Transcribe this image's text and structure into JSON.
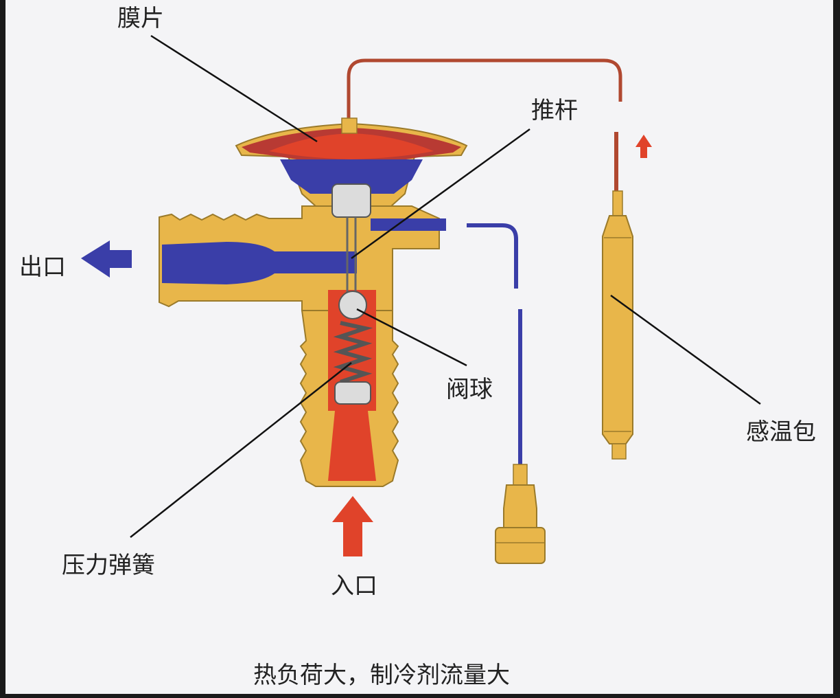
{
  "labels": {
    "diaphragm": "膜片",
    "push_rod": "推杆",
    "outlet": "出口",
    "valve_ball": "阀球",
    "sensing_bulb": "感温包",
    "pressure_spring": "压力弹簧",
    "inlet": "入口",
    "caption": "热负荷大，制冷剂流量大"
  },
  "colors": {
    "background": "#f4f4f6",
    "frame": "#1a1a1a",
    "brass": "#e8b64a",
    "brass_dark": "#9a7a2a",
    "refrigerant_liquid": "#e0432a",
    "refrigerant_vapor": "#3a3ea8",
    "capillary": "#b04830",
    "equalizer_line": "#3a3ea8",
    "arrow_blue": "#3a3ea8",
    "arrow_red": "#e0432a",
    "leader_line": "#111111"
  }
}
